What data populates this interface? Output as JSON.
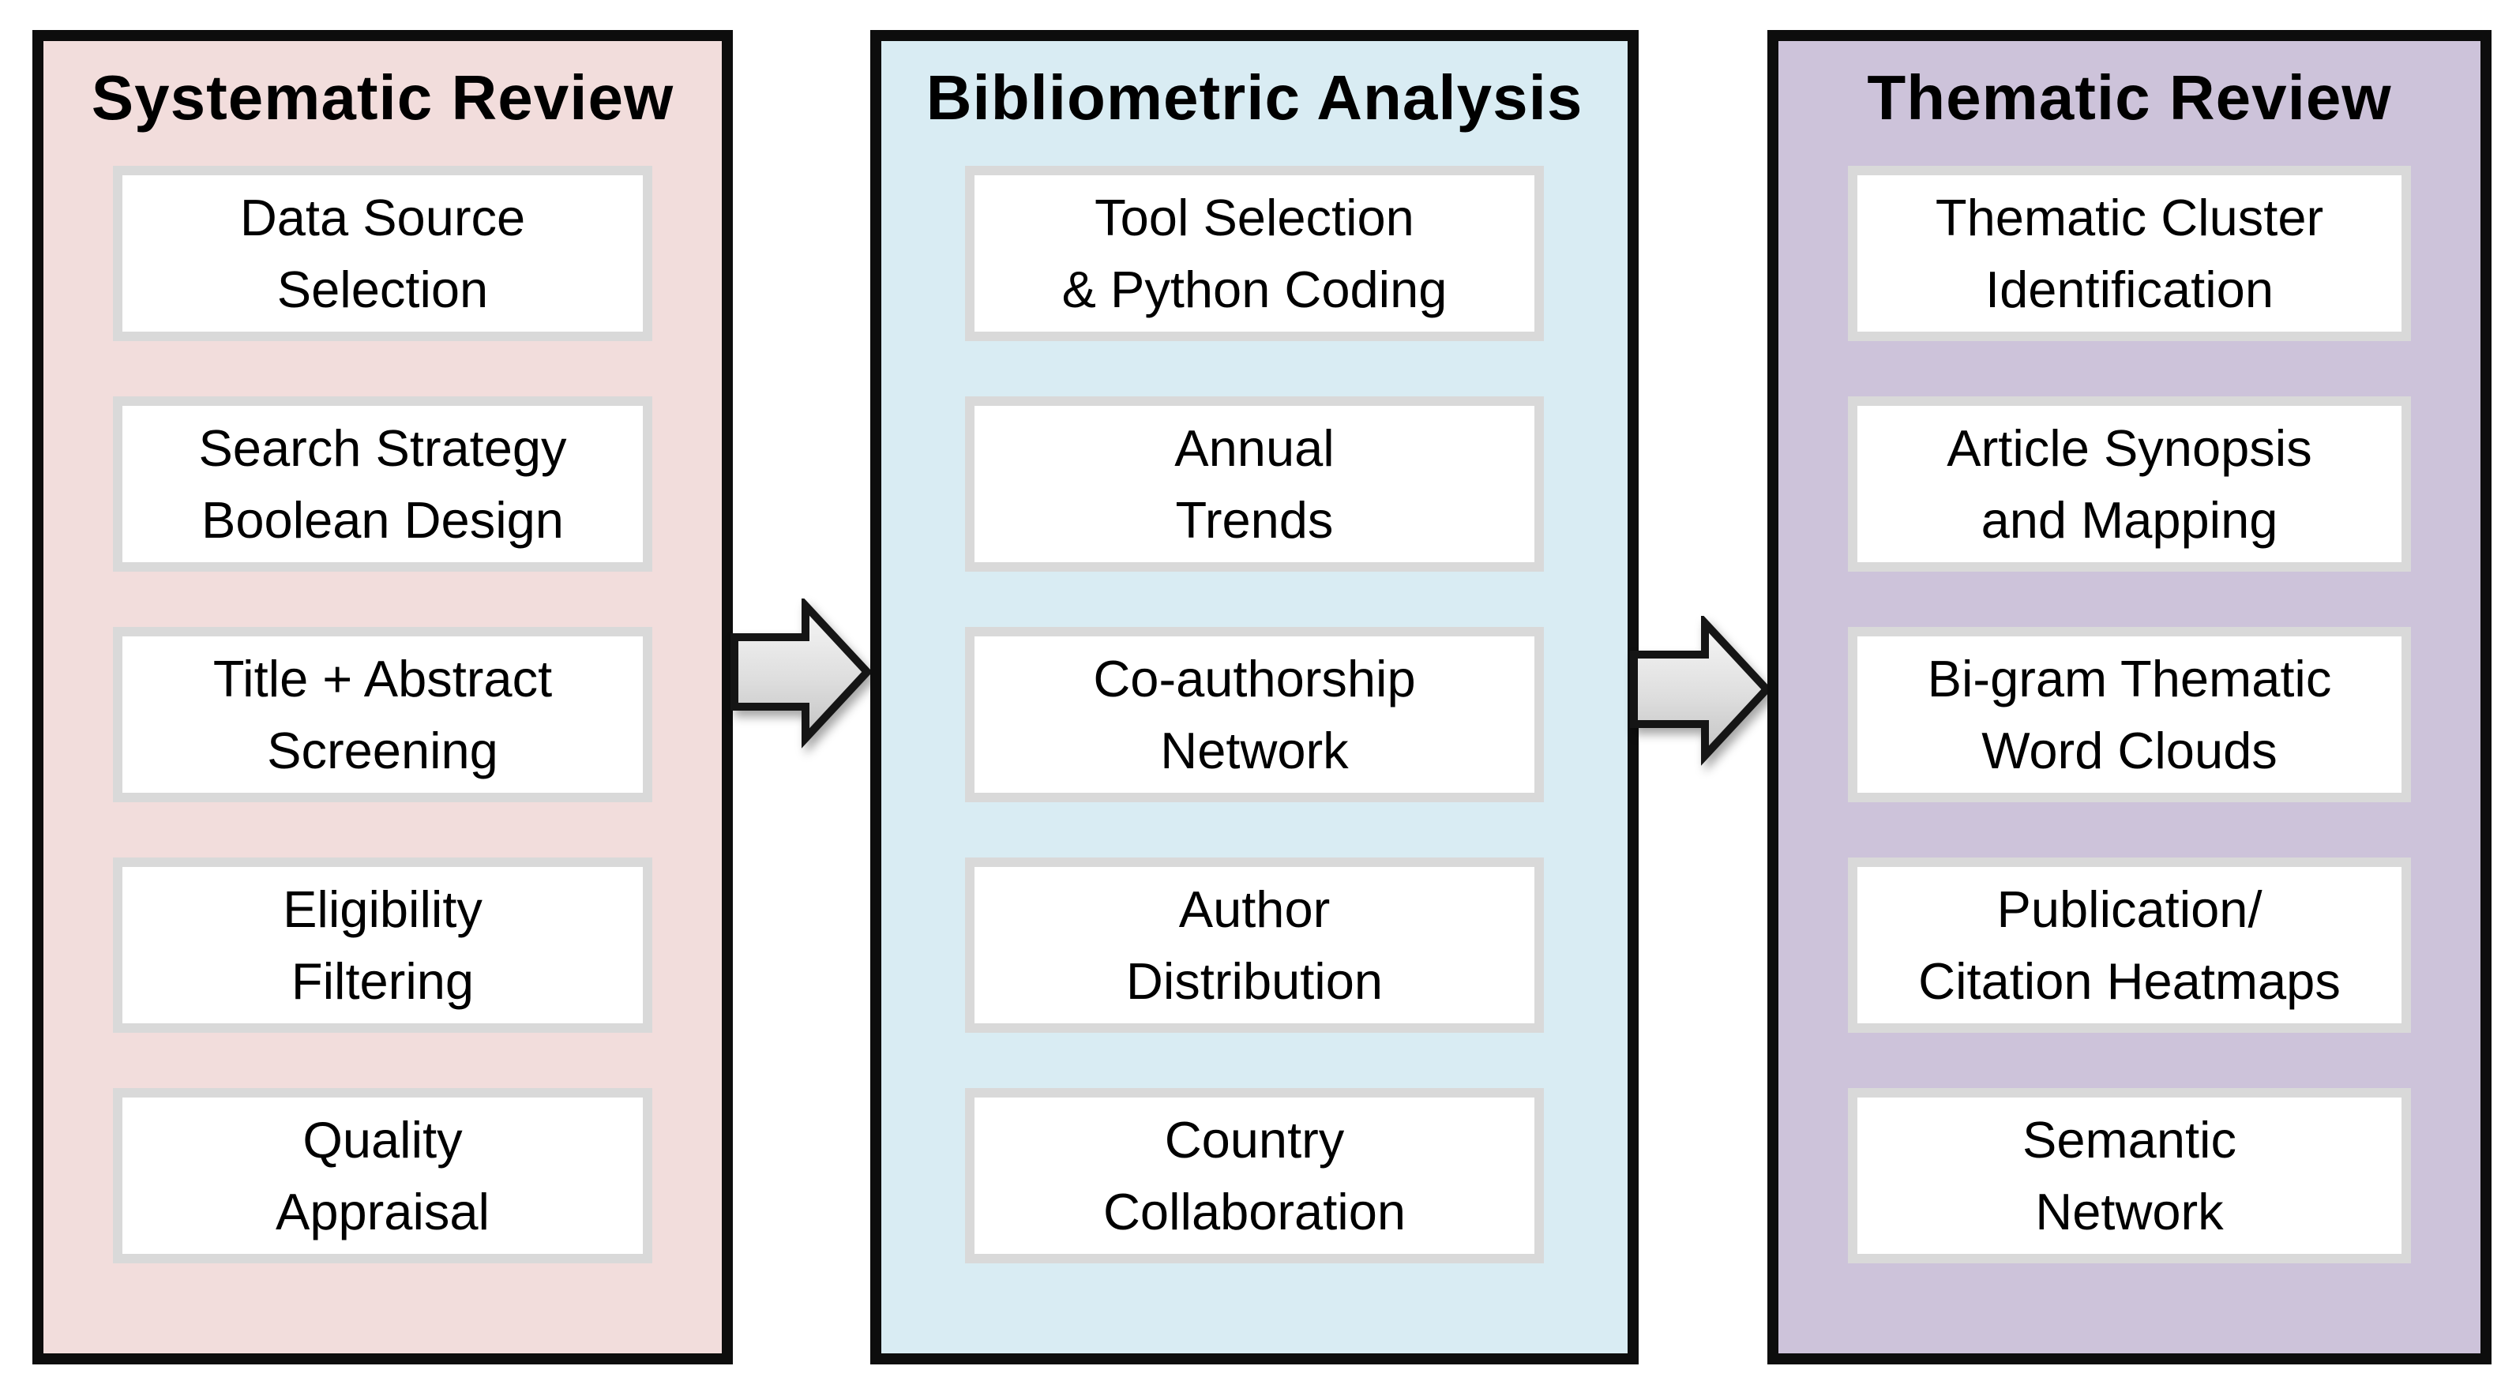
{
  "columns": [
    {
      "title": "Systematic Review",
      "items": [
        "Data Source\nSelection",
        "Search Strategy\nBoolean Design",
        "Title + Abstract\nScreening",
        "Eligibility\nFiltering",
        "Quality\nAppraisal"
      ]
    },
    {
      "title": "Bibliometric Analysis",
      "items": [
        "Tool Selection\n& Python Coding",
        "Annual\nTrends",
        "Co-authorship\nNetwork",
        "Author\nDistribution",
        "Country\nCollaboration"
      ]
    },
    {
      "title": "Thematic Review",
      "items": [
        "Thematic Cluster\nIdentification",
        "Article Synopsis\nand Mapping",
        "Bi-gram Thematic\nWord Clouds",
        "Publication/\nCitation Heatmaps",
        "Semantic\nNetwork"
      ]
    }
  ],
  "arrows": [
    {
      "name": "systematic-to-bibliometric",
      "direction": "right"
    },
    {
      "name": "bibliometric-to-thematic",
      "direction": "right"
    }
  ],
  "colors": {
    "panel1-bg": "#f2dddc",
    "panel2-bg": "#d9ecf3",
    "panel3-bg": "#cdc3da",
    "panel-border": "#0d0d0d",
    "box-bg": "#ffffff",
    "box-border": "#d9d9d9",
    "arrow-fill-light": "#f7f7f7",
    "arrow-fill-dark": "#c3c3c3",
    "arrow-stroke": "#151515",
    "text": "#000000"
  }
}
